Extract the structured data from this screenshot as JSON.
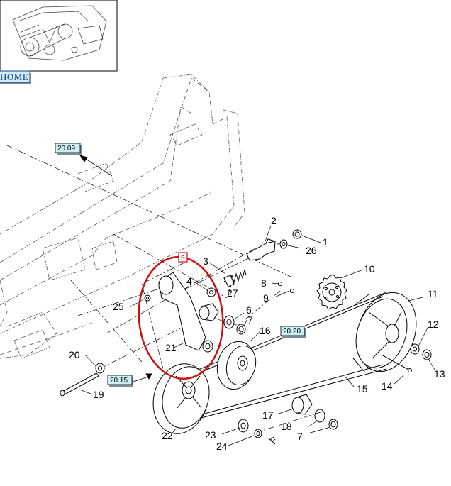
{
  "home_button": "HOME",
  "references": [
    "20.09",
    "20.20",
    "20.15"
  ],
  "callouts": {
    "c1": "1",
    "c2": "2",
    "c3": "3",
    "c4": "4",
    "c5": "5",
    "c6": "6",
    "c7a": "7",
    "c7b": "7",
    "c8": "8",
    "c9": "9",
    "c10": "10",
    "c11": "11",
    "c12": "12",
    "c13": "13",
    "c14": "14",
    "c15": "15",
    "c16": "16",
    "c17": "17",
    "c18": "18",
    "c19": "19",
    "c20": "20",
    "c21": "21",
    "c22": "22",
    "c23": "23",
    "c24": "24",
    "c25": "25",
    "c26": "26",
    "c27": "27"
  },
  "colors": {
    "line": "#000000",
    "frame": "#555555",
    "highlight": "#cc1111",
    "ref_fill": "#cdeef2",
    "home_fill": "#cdeef2"
  }
}
